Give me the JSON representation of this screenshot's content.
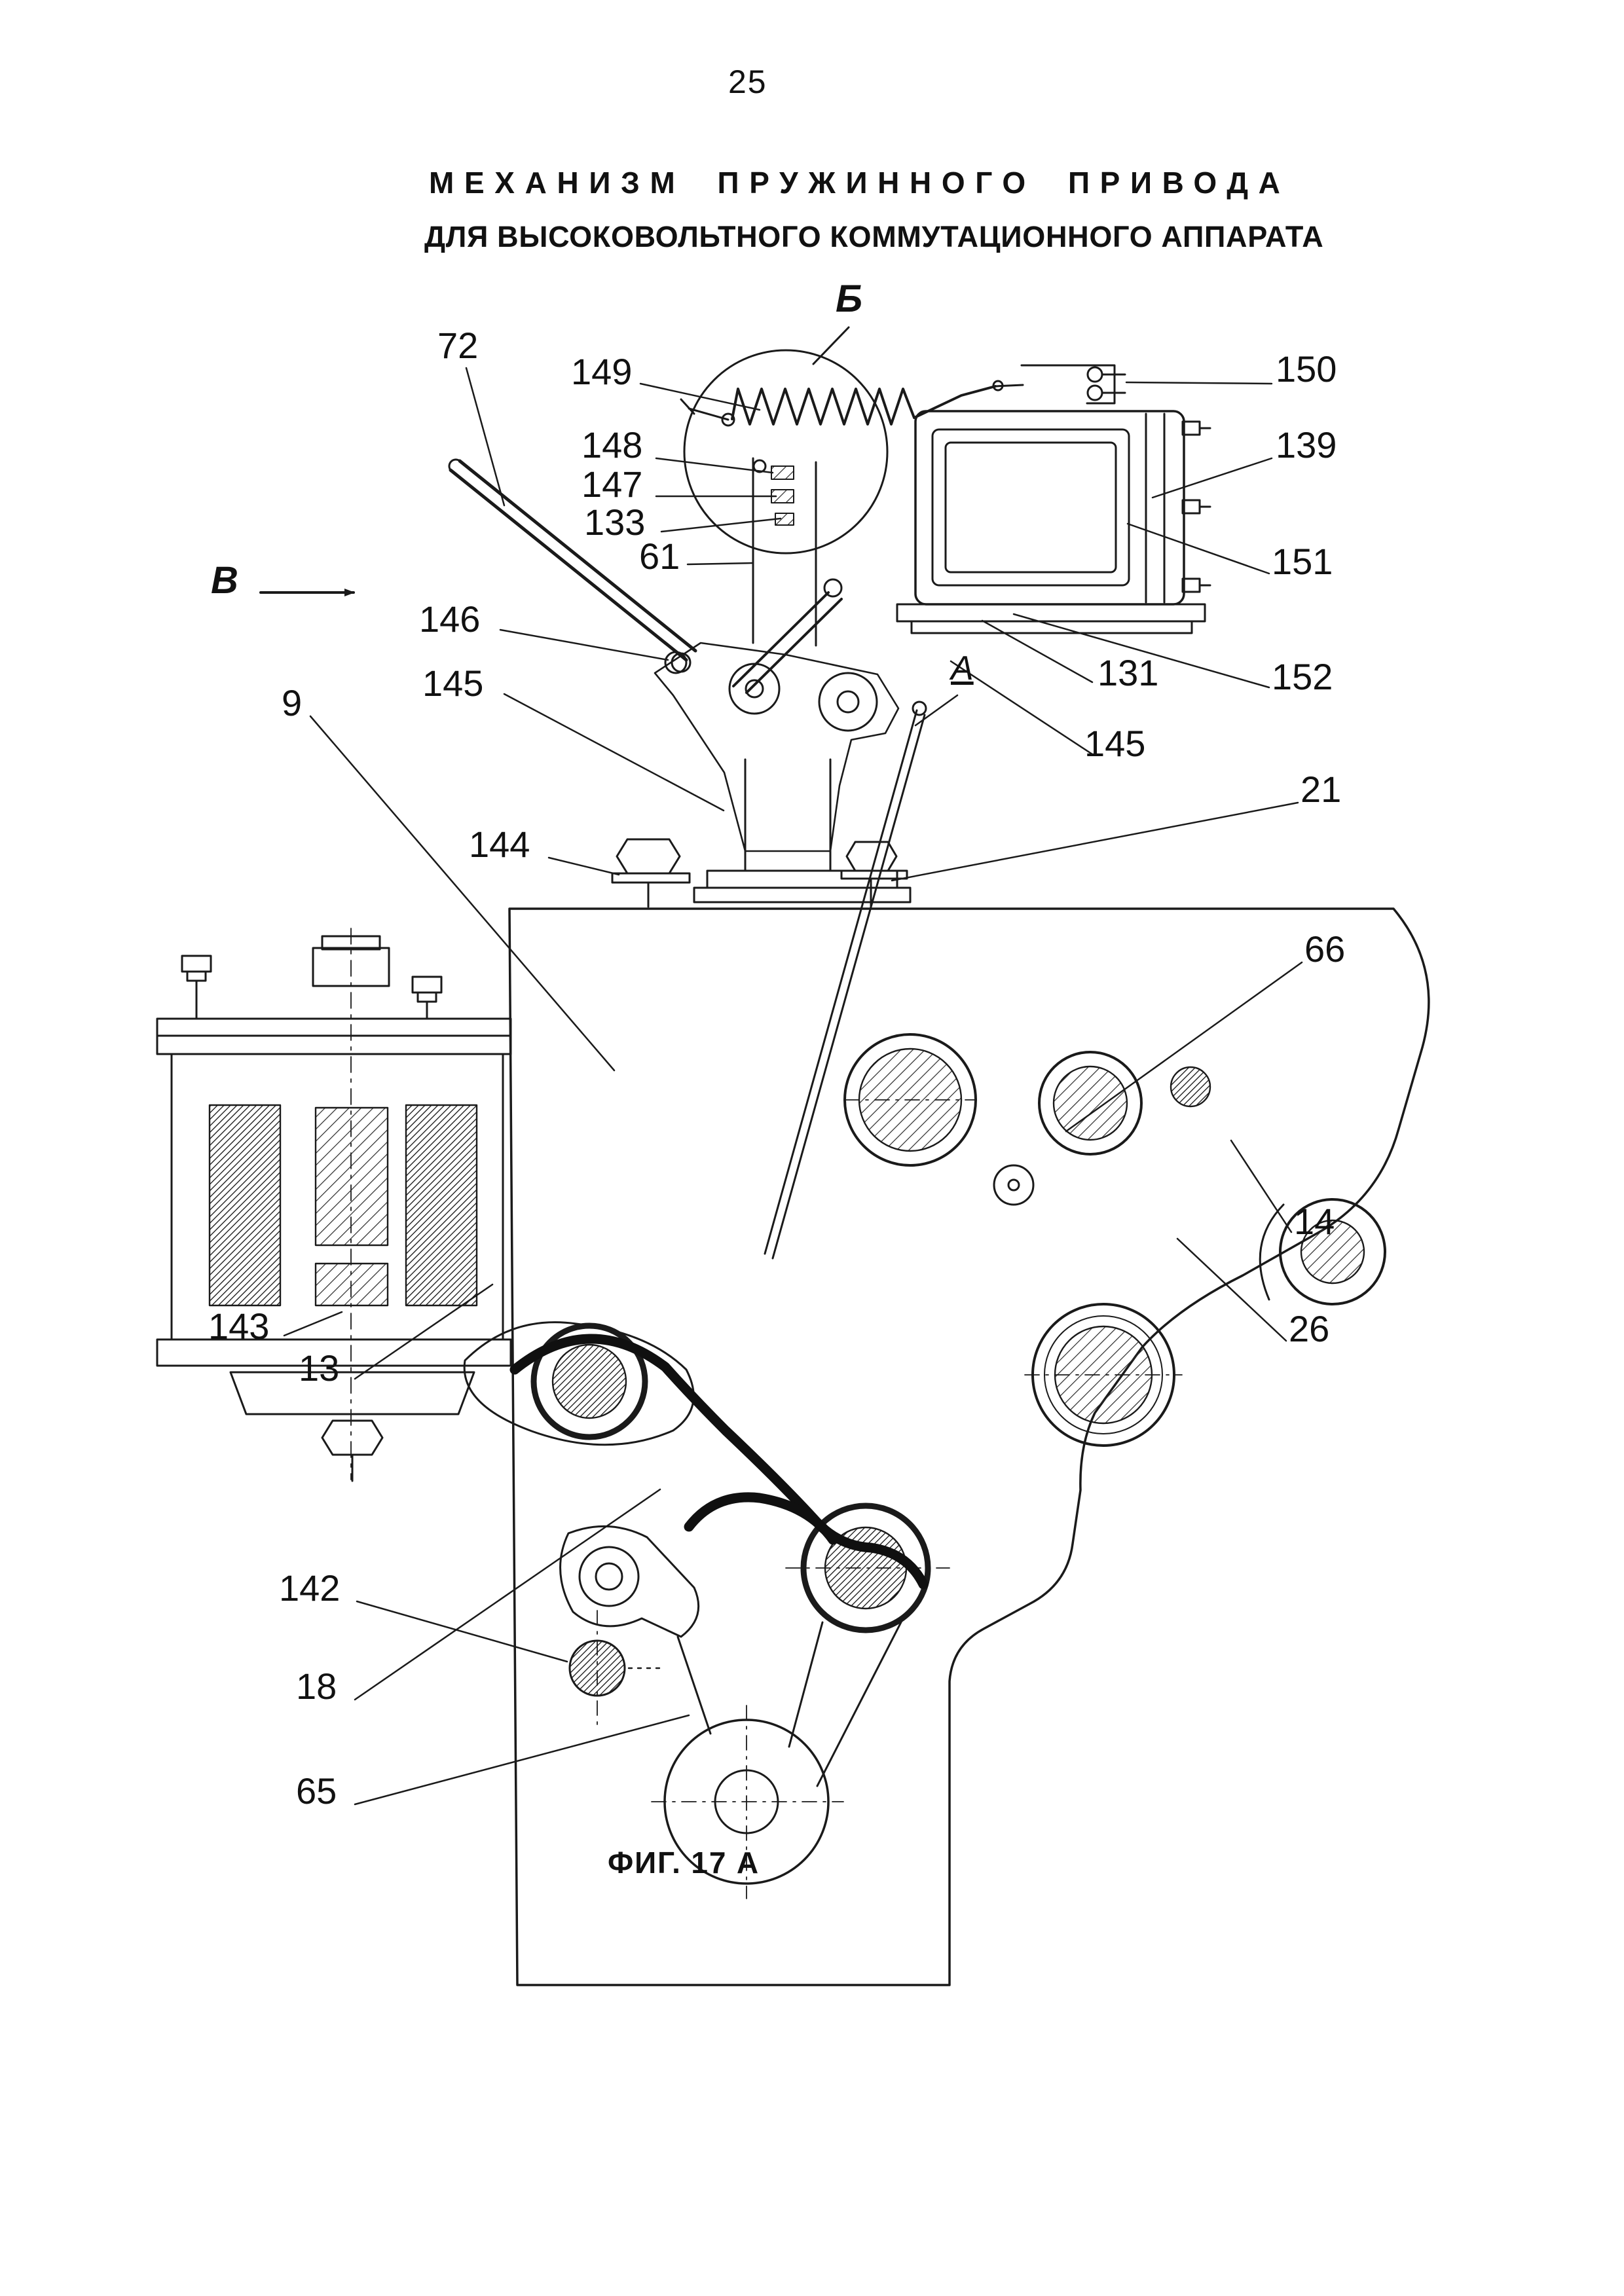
{
  "page": {
    "number": "25",
    "title_line1": "МЕХАНИЗМ ПРУЖИННОГО ПРИВОДА",
    "title_line2": "ДЛЯ ВЫСОКОВОЛЬТНОГО КОММУТАЦИОННОГО АППАРАТА",
    "figure_caption": "ФИГ. 17 А"
  },
  "view_markers": {
    "detail": "Б",
    "view": "В",
    "section": "А"
  },
  "part_labels": {
    "p72": "72",
    "p149": "149",
    "p150": "150",
    "p139": "139",
    "p148": "148",
    "p147": "147",
    "p133": "133",
    "p61": "61",
    "p151": "151",
    "p146": "146",
    "p131": "131",
    "p152": "152",
    "p145_left": "145",
    "p145_right": "145",
    "p9": "9",
    "p21": "21",
    "p144": "144",
    "p66": "66",
    "p14": "14",
    "p26": "26",
    "p143": "143",
    "p13": "13",
    "p142": "142",
    "p18": "18",
    "p65": "65"
  },
  "colors": {
    "ink": "#1a1a1a",
    "paper": "#ffffff"
  }
}
